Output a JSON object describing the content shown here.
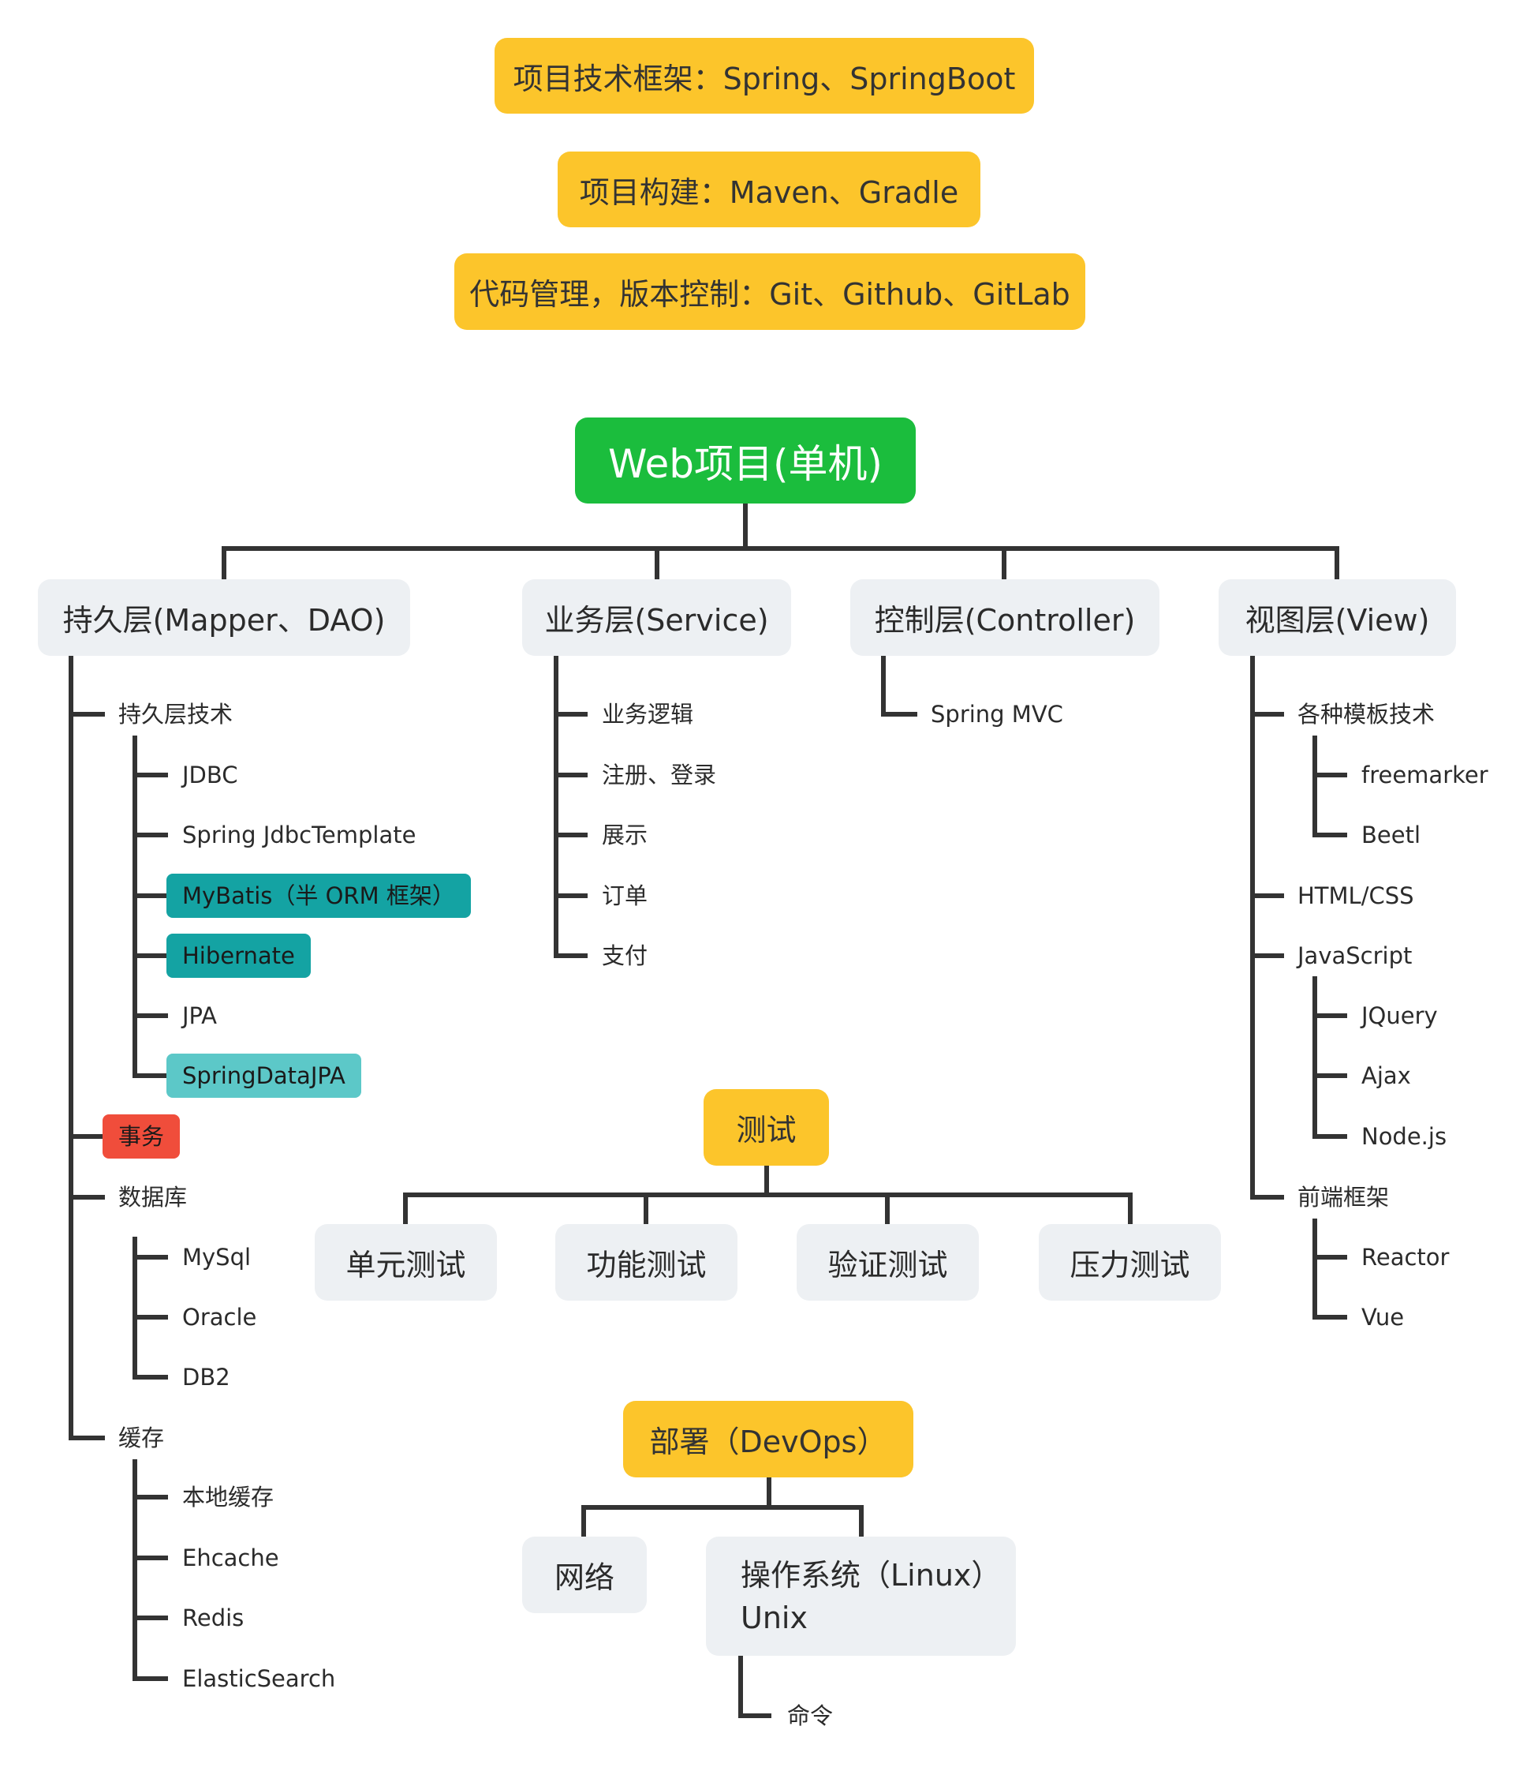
{
  "header": {
    "framework": "项目技术框架：Spring、SpringBoot",
    "build": "项目构建：Maven、Gradle",
    "vcs": "代码管理，版本控制：Git、Github、GitLab"
  },
  "root": "Web项目(单机)",
  "layers": {
    "persistence": {
      "title": "持久层(Mapper、DAO)",
      "tech_label": "持久层技术",
      "tech_items": [
        "JDBC",
        "Spring JdbcTemplate",
        "MyBatis（半 ORM 框架）",
        "Hibernate",
        "JPA",
        "SpringDataJPA"
      ],
      "transaction": "事务",
      "database_label": "数据库",
      "database_items": [
        "MySql",
        "Oracle",
        "DB2"
      ],
      "cache_label": "缓存",
      "cache_items": [
        "本地缓存",
        "Ehcache",
        "Redis",
        "ElasticSearch"
      ]
    },
    "service": {
      "title": "业务层(Service)",
      "items": [
        "业务逻辑",
        "注册、登录",
        "展示",
        "订单",
        "支付"
      ]
    },
    "controller": {
      "title": "控制层(Controller)",
      "items": [
        "Spring MVC"
      ]
    },
    "view": {
      "title": "视图层(View)",
      "template_label": "各种模板技术",
      "template_items": [
        "freemarker",
        "Beetl"
      ],
      "html_css": "HTML/CSS",
      "js_label": "JavaScript",
      "js_items": [
        "JQuery",
        "Ajax",
        "Node.js"
      ],
      "frontend_label": "前端框架",
      "frontend_items": [
        "Reactor",
        "Vue"
      ]
    }
  },
  "testing": {
    "title": "测试",
    "children": [
      "单元测试",
      "功能测试",
      "验证测试",
      "压力测试"
    ]
  },
  "deploy": {
    "title": "部署（DevOps）",
    "network": "网络",
    "os_line1": "操作系统（Linux）",
    "os_line2": "Unix",
    "command": "命令"
  },
  "colors": {
    "yellow": "#fcc52b",
    "green": "#1bbd3d",
    "grey_box": "#edf0f3",
    "teal": "#14a3a3",
    "teal_light": "#5cc8c8",
    "red": "#f04d3b",
    "connector": "#333333"
  }
}
